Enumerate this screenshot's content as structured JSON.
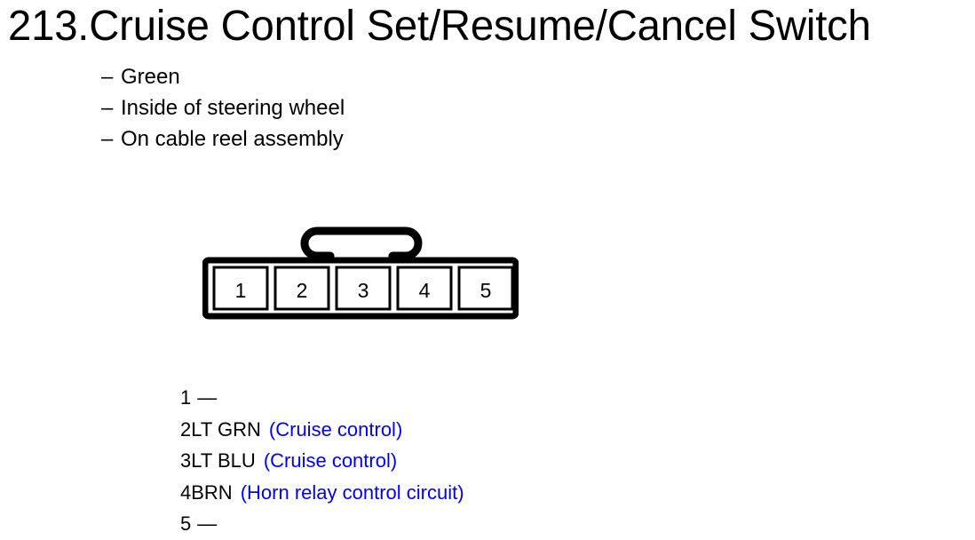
{
  "page": {
    "title": "213.Cruise Control Set/Resume/Cancel Switch",
    "number": "213.",
    "name": "Cruise Control Set/Resume/Cancel Switch"
  },
  "description": {
    "dash": "–",
    "items": [
      {
        "text": "Green"
      },
      {
        "text": "Inside of steering wheel"
      },
      {
        "text": "On cable reel assembly"
      }
    ]
  },
  "connector": {
    "cavity_count": 5,
    "cavities": [
      {
        "label": "1"
      },
      {
        "label": "2"
      },
      {
        "label": "3"
      },
      {
        "label": "4"
      },
      {
        "label": "5"
      }
    ],
    "latch_over_cavity": "3",
    "outline_color": "#000000",
    "fill_color": "#ffffff"
  },
  "pinout": {
    "empty_marker": "—",
    "circuit_color": "#0000ff",
    "rows": [
      {
        "pin": "1",
        "wire": "",
        "circuit": "",
        "empty": true
      },
      {
        "pin": "2",
        "wire": "LT GRN",
        "circuit": "(Cruise control)",
        "empty": false
      },
      {
        "pin": "3",
        "wire": "LT BLU",
        "circuit": "(Cruise control)",
        "empty": false
      },
      {
        "pin": "4",
        "wire": "BRN",
        "circuit": "(Horn relay control circuit)",
        "empty": false
      },
      {
        "pin": "5",
        "wire": "",
        "circuit": "",
        "empty": true
      }
    ]
  }
}
